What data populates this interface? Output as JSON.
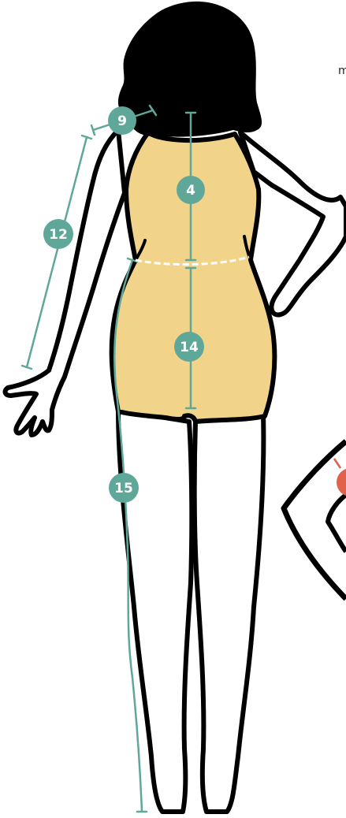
{
  "colors": {
    "accent": "#5fa899",
    "garment": "#f2d38a",
    "outline": "#000000",
    "hair": "#000000",
    "skin": "#ffffff",
    "alert": "#e0624a",
    "waist_marker": "#ffffff"
  },
  "corner_text": "m",
  "measurements": [
    {
      "number": "9"
    },
    {
      "number": "4"
    },
    {
      "number": "12"
    },
    {
      "number": "14"
    },
    {
      "number": "15"
    }
  ]
}
